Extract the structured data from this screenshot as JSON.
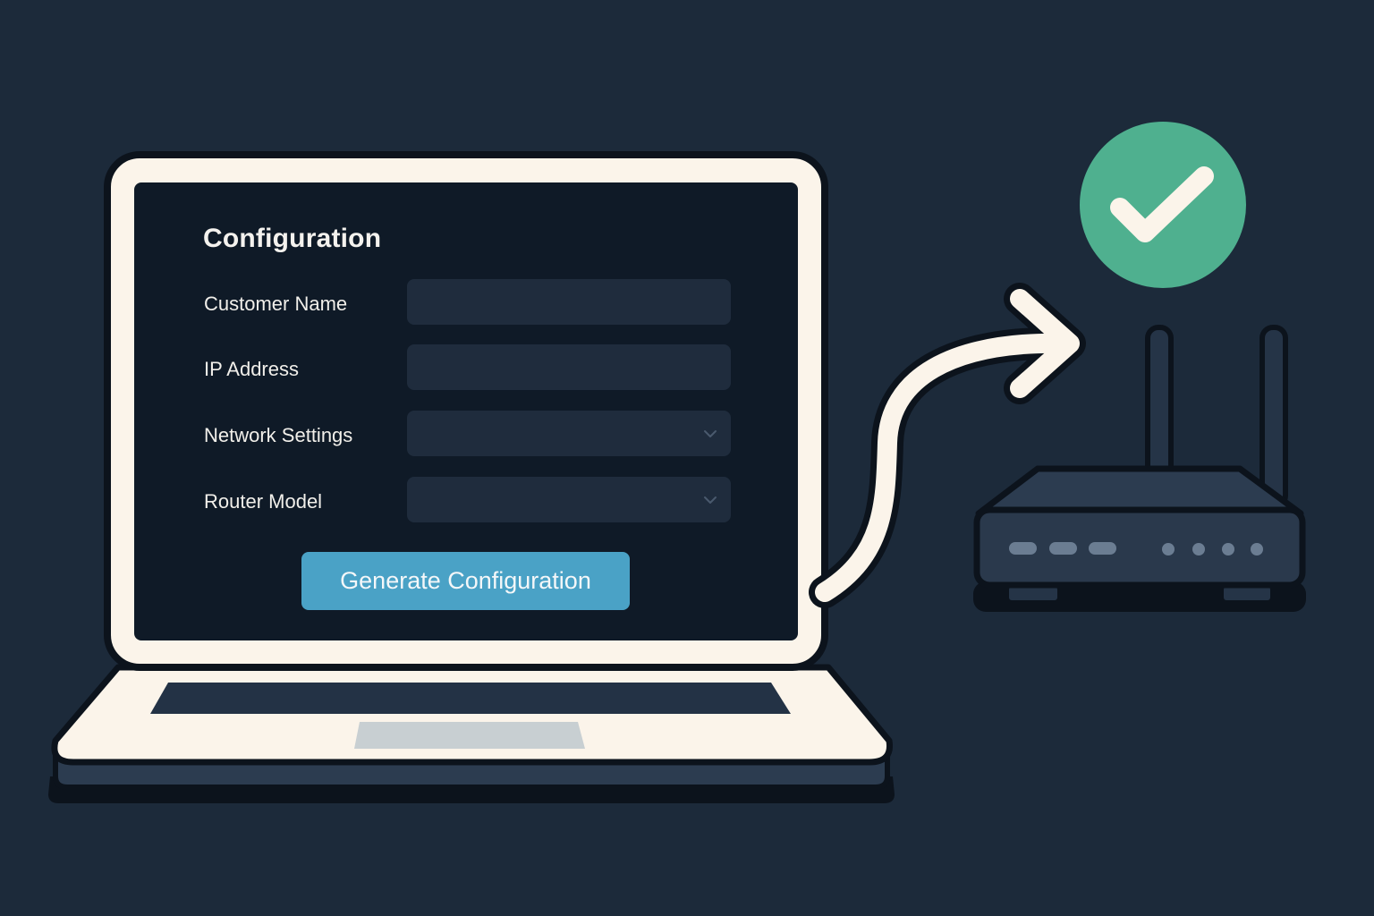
{
  "form": {
    "title": "Configuration",
    "fields": [
      {
        "label": "Customer Name",
        "kind": "text",
        "value": ""
      },
      {
        "label": "IP Address",
        "kind": "text",
        "value": ""
      },
      {
        "label": "Network Settings",
        "kind": "select",
        "value": ""
      },
      {
        "label": "Router Model",
        "kind": "select",
        "value": ""
      }
    ],
    "button_label": "Generate Configuration"
  },
  "status": {
    "icon": "check-icon",
    "state": "success"
  },
  "icons": {
    "arrow": "arrow-icon",
    "router": "router-icon",
    "laptop": "laptop-icon",
    "dropdown": "chevron-down-icon"
  },
  "colors": {
    "background": "#1c2a3a",
    "screen": "#0f1a27",
    "bezel": "#fbf4ea",
    "outline": "#0c131c",
    "field": "#1f2c3d",
    "accent": "#4aa2c6",
    "success": "#4fb08f",
    "router": "#253447"
  }
}
